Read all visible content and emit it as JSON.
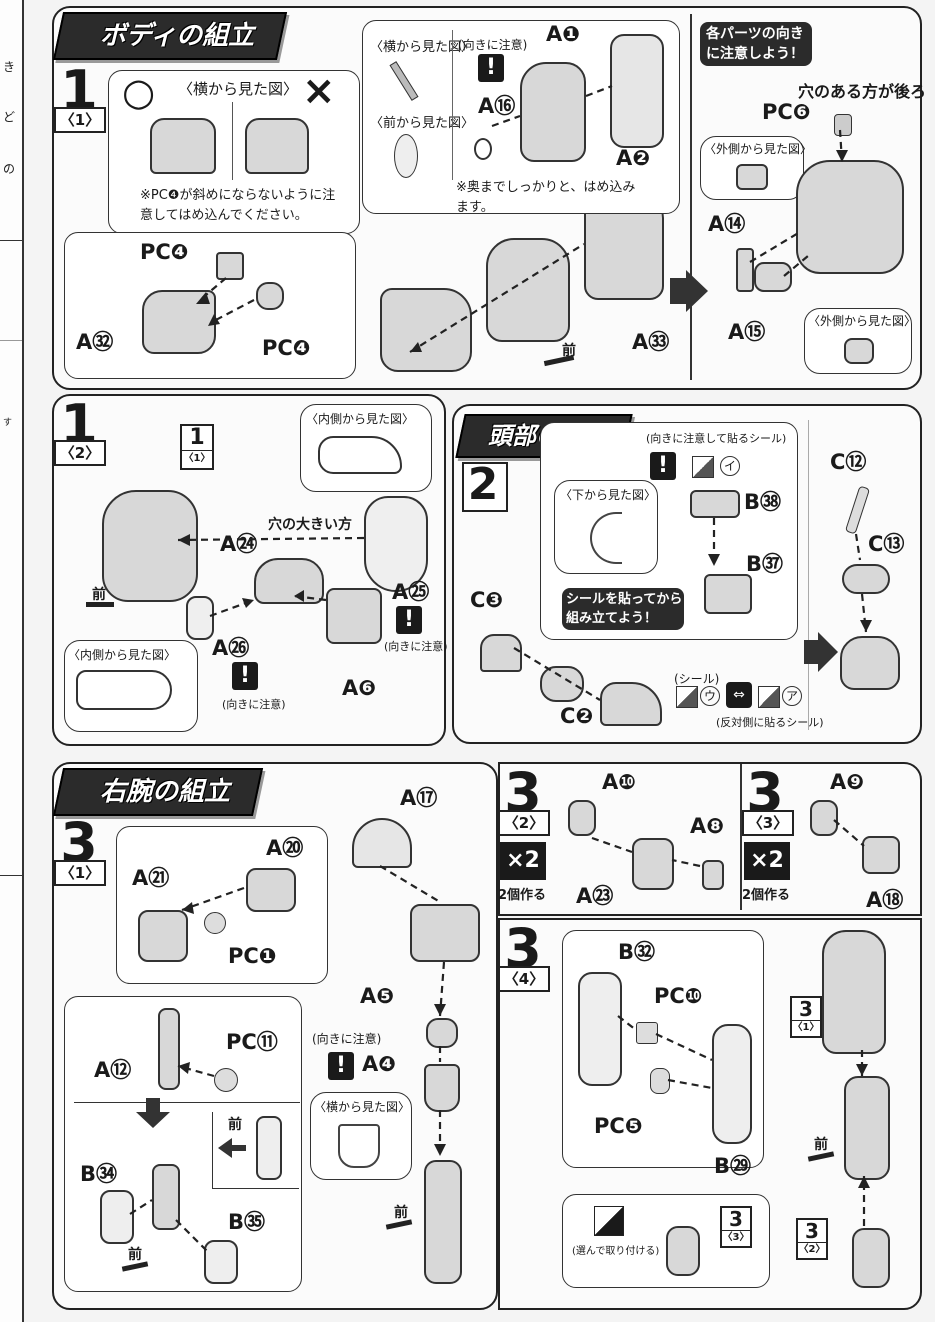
{
  "left_margin": {
    "chars": [
      "き",
      "ど",
      "の",
      "す"
    ]
  },
  "sections": {
    "body": {
      "title": "ボディの組立"
    },
    "head": {
      "title": "頭部の組立"
    },
    "right_arm": {
      "title": "右腕の組立"
    }
  },
  "step1_1": {
    "num": "1",
    "sub": "〈1〉",
    "side_view_label": "〈横から見た図〉",
    "ok_mark": "○",
    "ng_mark": "×",
    "warning_note": "※PC❹が斜めにならないように注意してはめ込んでください。",
    "parts": {
      "pc4_a": "PC❹",
      "pc4_b": "PC❹",
      "a32": "A㉜"
    }
  },
  "step1_1b": {
    "side_view": "〈横から見た図〉",
    "front_view": "〈前から見た図〉",
    "orient_note": "(向きに注意)",
    "warn": "!",
    "insert_note": "※奥までしっかりと、はめ込みます。",
    "parts": {
      "a1": "A❶",
      "a16": "A⑯",
      "a2": "A❷",
      "a33": "A㉝"
    },
    "front": "前"
  },
  "step1_1c": {
    "orient_title": "各パーツの向きに注意しよう！",
    "hole_note": "穴のある方が後ろ",
    "outer_view_1": "〈外側から見た図〉",
    "outer_view_2": "〈外側から見た図〉",
    "parts": {
      "pc6": "PC❻",
      "a14": "A⑭",
      "a15": "A⑮"
    }
  },
  "step1_2": {
    "num": "1",
    "sub": "〈2〉",
    "ref_num": "1",
    "ref_sub": "〈1〉",
    "inner_view_1": "〈内側から見た図〉",
    "inner_view_2": "〈内側から見た図〉",
    "big_hole": "穴の大きい方",
    "orient_note_1": "(向きに注意)",
    "orient_note_2": "(向きに注意)",
    "warn": "!",
    "front": "前",
    "parts": {
      "a24": "A㉔",
      "a25": "A㉕",
      "a26": "A㉖",
      "a6": "A❻"
    }
  },
  "step2": {
    "num": "2",
    "sticker_orient": "(向きに注意して貼るシール)",
    "bottom_view": "〈下から見た図〉",
    "sticker_i": "イ",
    "assemble_note": "シールを貼ってから組み立てよう！",
    "sticker_label": "(シール)",
    "sticker_u": "ウ",
    "sticker_a": "ア",
    "opposite_sticker": "(反対側に貼るシール)",
    "parts": {
      "b38": "B㊳",
      "b37": "B㊲",
      "c3": "C❸",
      "c2": "C❷",
      "c12": "C⑫",
      "c13": "C⑬"
    }
  },
  "step3_1": {
    "num": "3",
    "sub": "〈1〉",
    "orient_note": "(向きに注意)",
    "side_view": "〈横から見た図〉",
    "warn": "!",
    "front_1": "前",
    "front_2": "前",
    "front_3": "前",
    "parts": {
      "a17": "A⑰",
      "a20": "A⑳",
      "a21": "A㉑",
      "pc1": "PC❶",
      "a5": "A❺",
      "a4": "A❹",
      "a12": "A⑫",
      "pc11": "PC⑪",
      "b34": "B㉞",
      "b35": "B㉟"
    }
  },
  "step3_2": {
    "num": "3",
    "sub": "〈2〉",
    "times": "×2",
    "make_two": "2個作る",
    "parts": {
      "a10": "A❿",
      "a8": "A❽",
      "a23": "A㉓"
    }
  },
  "step3_3": {
    "num": "3",
    "sub": "〈3〉",
    "times": "×2",
    "make_two": "2個作る",
    "parts": {
      "a9": "A❾",
      "a18": "A⑱"
    }
  },
  "step3_4": {
    "num": "3",
    "sub": "〈4〉",
    "ref1_num": "3",
    "ref1_sub": "〈1〉",
    "ref2_num": "3",
    "ref2_sub": "〈2〉",
    "ref3_num": "3",
    "ref3_sub": "〈3〉",
    "choose_note": "(選んで取り付ける)",
    "front": "前",
    "parts": {
      "b32": "B㉜",
      "pc10": "PC❿",
      "pc5": "PC❺",
      "b29": "B㉙"
    }
  }
}
